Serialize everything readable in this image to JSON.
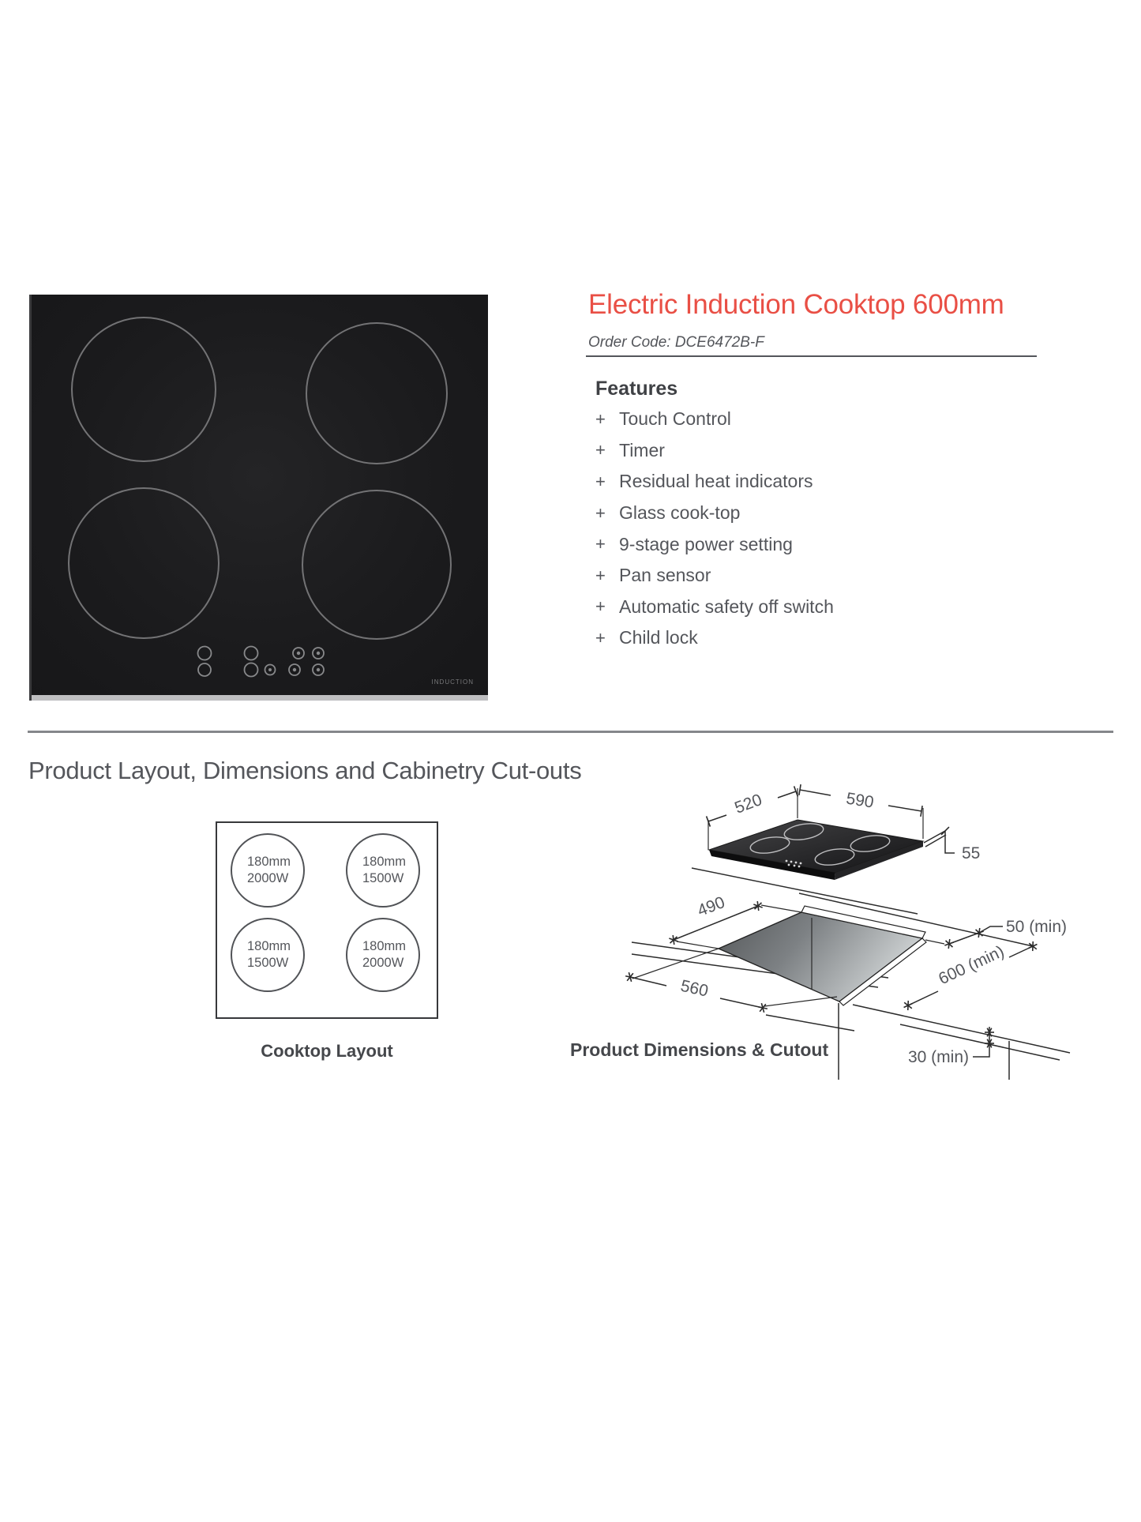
{
  "product": {
    "title": "Electric Induction Cooktop 600mm",
    "order_code": "Order Code: DCE6472B-F",
    "features_title": "Features",
    "bullet": "+",
    "features": [
      "Touch Control",
      "Timer",
      "Residual heat indicators",
      "Glass cook-top",
      "9-stage power setting",
      "Pan sensor",
      "Automatic safety off switch",
      "Child lock"
    ],
    "brand_mark": "INDUCTION"
  },
  "section": {
    "heading": "Product Layout, Dimensions and Cabinetry Cut-outs"
  },
  "cooktop_layout": {
    "caption": "Cooktop Layout",
    "burners": [
      {
        "size": "180mm",
        "power": "2000W"
      },
      {
        "size": "180mm",
        "power": "1500W"
      },
      {
        "size": "180mm",
        "power": "1500W"
      },
      {
        "size": "180mm",
        "power": "2000W"
      }
    ]
  },
  "dimensions_diagram": {
    "caption": "Product Dimensions & Cutout",
    "depth_label": "520",
    "width_label": "590",
    "height_label": "55",
    "cutout_depth_label": "490",
    "cutout_width_label": "560",
    "clearance_back_label": "50 (min)",
    "bench_depth_label": "600 (min)",
    "bench_thickness_label": "30 (min)"
  },
  "colors": {
    "accent": "#e94f45",
    "text": "#54565b",
    "line": "#2b2b2b"
  }
}
